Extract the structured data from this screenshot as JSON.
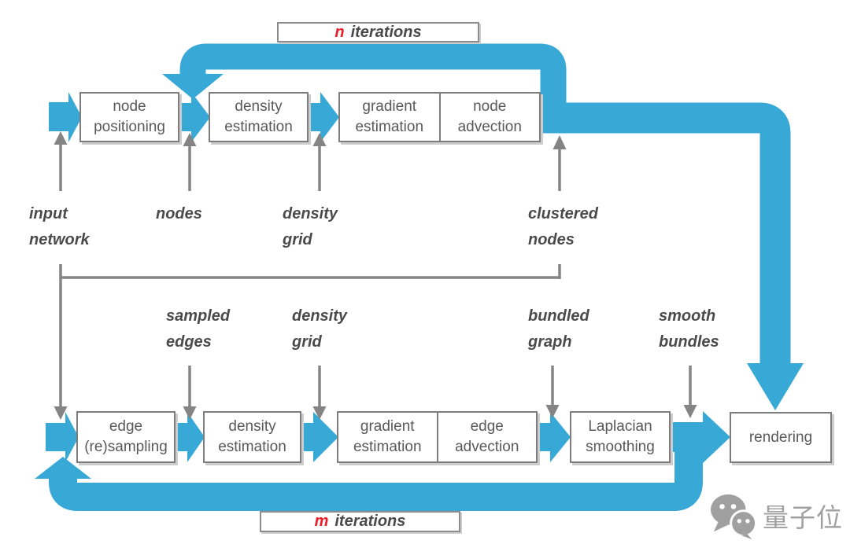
{
  "colors": {
    "flow_blue": "#38a9d6",
    "connector_gray": "#848484",
    "box_border": "#7d7d7d",
    "box_text": "#595959",
    "data_text": "#4a4a4a",
    "iteration_red": "#ee1c25",
    "watermark_gray": "#a0a0a0"
  },
  "iterations": {
    "top": {
      "letter": "n",
      "word": "iterations"
    },
    "bottom": {
      "letter": "m",
      "word": "iterations"
    }
  },
  "process": {
    "node_positioning": [
      "node",
      "positioning"
    ],
    "density_estimation_top": [
      "density",
      "estimation"
    ],
    "gradient_estimation_top": [
      "gradient",
      "estimation"
    ],
    "node_advection": [
      "node",
      "advection"
    ],
    "edge_resampling": [
      "edge",
      "(re)sampling"
    ],
    "density_estimation_bottom": [
      "density",
      "estimation"
    ],
    "gradient_estimation_bottom": [
      "gradient",
      "estimation"
    ],
    "edge_advection": [
      "edge",
      "advection"
    ],
    "laplacian_smoothing": [
      "Laplacian",
      "smoothing"
    ],
    "rendering": [
      "rendering"
    ]
  },
  "data_labels": {
    "input_network": [
      "input",
      "network"
    ],
    "nodes": [
      "nodes"
    ],
    "density_grid_top": [
      "density",
      "grid"
    ],
    "clustered_nodes": [
      "clustered",
      "nodes"
    ],
    "sampled_edges": [
      "sampled",
      "edges"
    ],
    "density_grid_bottom": [
      "density",
      "grid"
    ],
    "bundled_graph": [
      "bundled",
      "graph"
    ],
    "smooth_bundles": [
      "smooth",
      "bundles"
    ]
  },
  "connections": [
    "input network -> node positioning",
    "node positioning -> density estimation -> gradient estimation | node advection",
    "node advection -> density estimation (n iterations loop)",
    "node advection -> rendering",
    "nodes -> node positioning/density estimation junction",
    "density grid -> density estimation/gradient estimation junction (top)",
    "clustered nodes -> node advection output junction",
    "input network -> clustered nodes",
    "input network -> edge (re)sampling",
    "edge (re)sampling -> density estimation -> gradient estimation | edge advection -> Laplacian smoothing -> rendering",
    "Laplacian smoothing -> edge (re)sampling (m iterations loop)",
    "sampled edges -> edge (re)sampling/density estimation junction",
    "density grid -> density estimation/gradient estimation junction (bottom)",
    "bundled graph -> edge advection/Laplacian smoothing junction",
    "smooth bundles -> Laplacian smoothing/rendering junction"
  ],
  "watermark": {
    "brand": "量子位",
    "icon": "wechat-icon"
  }
}
